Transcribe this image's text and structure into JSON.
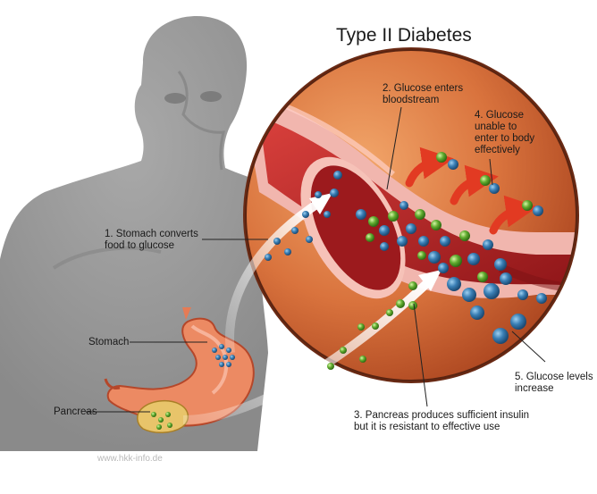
{
  "title": "Type II Diabetes",
  "labels": {
    "step1": [
      "1. Stomach converts",
      "food to glucose"
    ],
    "step2": [
      "2. Glucose enters",
      "bloodstream"
    ],
    "step3": [
      "3. Pancreas produces sufficient insulin",
      "but it is resistant to effective use"
    ],
    "step4": [
      "4. Glucose",
      "unable to",
      "enter to body",
      "effectively"
    ],
    "step5": [
      "5. Glucose levels",
      "increase"
    ],
    "stomach": "Stomach",
    "pancreas": "Pancreas"
  },
  "watermark": "www.hkk-info.de",
  "colors": {
    "glucose": "#2f6e9c",
    "insulin": "#5aa12c",
    "vessel": "#b3262a",
    "arrow": "#e23a22",
    "tissue": "#d86a3b",
    "silhouette": "#9a9a9a"
  }
}
